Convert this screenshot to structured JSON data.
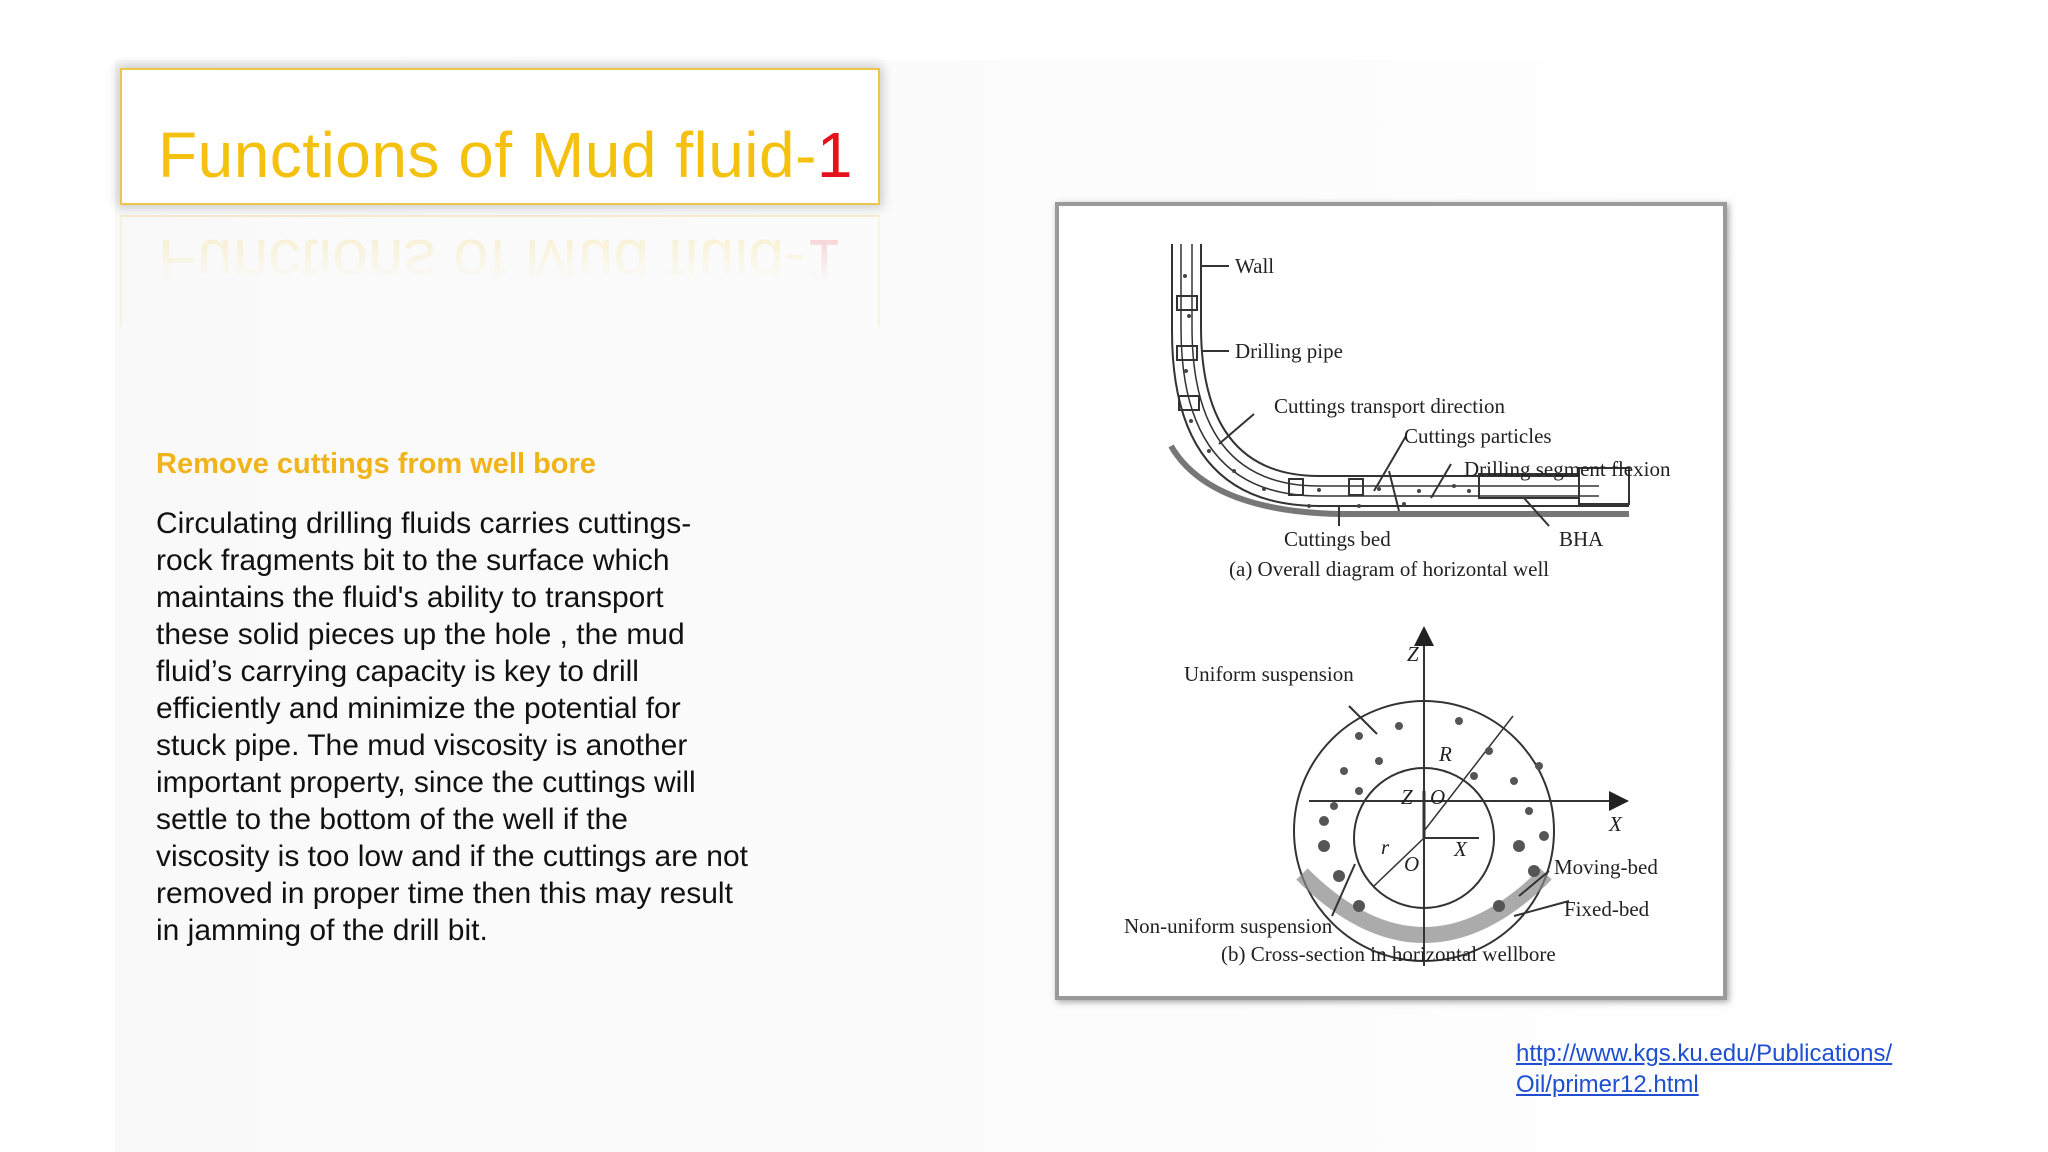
{
  "title": {
    "main": "Functions of Mud fluid-",
    "number": "1"
  },
  "subheading": "Remove cuttings from well bore",
  "body": "   Circulating drilling fluids carries cuttings-\nrock fragments bit to the surface which\nmaintains the fluid's ability to transport\nthese solid pieces up the hole , the mud\nfluid’s  carrying capacity is key to drill\nefficiently and minimize the potential for\nstuck pipe. The mud viscosity is another\nimportant property, since the cuttings will\nsettle to the bottom of the well if the\nviscosity is too low and if the cuttings are not\nremoved in proper time then this may result\nin jamming of the drill bit.",
  "figure": {
    "labels_a": {
      "wall": "Wall",
      "pipe": "Drilling pipe",
      "transport": "Cuttings transport direction",
      "particles": "Cuttings particles",
      "flexion": "Drilling segment flexion",
      "bed": "Cuttings bed",
      "bha": "BHA",
      "caption": "(a) Overall diagram of horizontal well"
    },
    "labels_b": {
      "uniform": "Uniform suspension",
      "z_outer": "Z",
      "r_outer": "R",
      "z_inner": "Z",
      "o_inner": "O",
      "x_outer": "X",
      "r_inner": "r",
      "o_center": "O",
      "x_inner": "X",
      "moving": "Moving-bed",
      "fixed": "Fixed-bed",
      "nonuniform": "Non-uniform suspension",
      "caption": "(b) Cross-section in horizontal wellbore"
    }
  },
  "source": "http://www.kgs.ku.edu/Publications/\nOil/primer12.html",
  "colors": {
    "title": "#f4c10f",
    "number": "#e8101a",
    "subheading": "#f0b41a",
    "link": "#1f4fd1"
  }
}
